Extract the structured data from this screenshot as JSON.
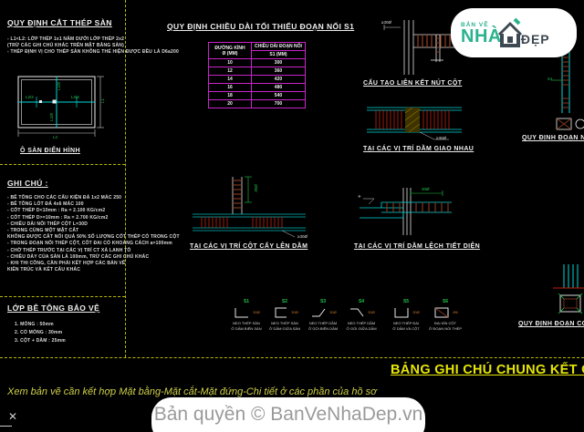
{
  "left_panel": {
    "slab_cut_rules": {
      "title": "QUY ĐỊNH CẮT THÉP SÀN",
      "lines": [
        "- L1<L2: LỚP THÉP 1x1 NẰM DƯỚI LỚP THÉP 2x2",
        "(TRỪ CÁC GHI CHÚ KHÁC TRÊN MẶT BẰNG SÀN)",
        "- THÉP ĐỊNH VỊ CHO THÉP SÀN KHÔNG THỂ HIỆN ĐƯỢC ĐỀU LÀ D6a200"
      ]
    },
    "typical_panel": {
      "title": "Ô SÀN ĐIỂN HÌNH",
      "dims": {
        "top": "L1/8",
        "bottom_inner": "L1/8",
        "left": "L2/4",
        "right": "L2/4",
        "bottom": "L2",
        "side": "L1"
      }
    },
    "notes": {
      "title": "GHI CHÚ :",
      "lines": [
        "- BÊ TÔNG CHO CÁC CẤU KIỆN ĐÁ 1x2 MÁC 250",
        "- BÊ TÔNG LÓT ĐÁ 4x6 MÁC 100",
        "- CỐT THÉP D<10mm : Ra = 2.100 KG/cm2",
        "- CỐT THÉP D>=10mm : Ra = 2.700 KG/cm2",
        "- CHIỀU DÀI NỐI THÉP CỘT L=30D",
        "- TRONG CÙNG MỘT MẶT CẮT",
        "  KHÔNG ĐƯỢC CẮT NỐI QUÁ 50% SỐ LƯỢNG CỐT THÉP CÓ TRONG CỘT",
        "- TRONG ĐOẠN NỐI THÉP CỘT, CỐT ĐAI CÓ KHOẢNG CÁCH a=100mm",
        "- CHỜ THÉP TRƯỚC TẠI CÁC VỊ TRÍ CT XÀ LANH TÔ",
        "- CHIỀU DÀY CỦA SÀN LÀ 100mm, TRỪ CÁC GHI CHÚ KHÁC",
        "- KHI THI CÔNG, CẦN PHẢI KẾT HỢP CÁC BẢN VẼ",
        "  KIẾN TRÚC VÀ KẾT CẤU KHÁC"
      ]
    },
    "cover": {
      "title": "LỚP BÊ TÔNG BẢO VỆ",
      "lines": [
        "1. MÓNG : 50mm",
        "2. CỔ MÓNG : 30mm",
        "3. CỘT + DẦM : 25mm"
      ]
    }
  },
  "splice_table": {
    "title": "QUY ĐỊNH CHIỀU DÀI TỐI THIỂU ĐOẠN NỐI S1",
    "col1_header_1": "ĐƯỜNG KÍNH",
    "col1_header_2": "Ø (MM)",
    "col2_header_1": "CHIỀU DÀI ĐOẠN NỐI",
    "col2_header_2": "S1 (MM)",
    "rows": [
      [
        "10",
        "300"
      ],
      [
        "12",
        "360"
      ],
      [
        "14",
        "420"
      ],
      [
        "16",
        "480"
      ],
      [
        "18",
        "540"
      ],
      [
        "20",
        "700"
      ]
    ]
  },
  "details": {
    "node_joint": {
      "title": "CẤU TẠO LIÊN KẾT NÚT CỘT",
      "dim": "≥30Ø"
    },
    "beam_intersection": {
      "title": "TẠI CÁC VỊ TRÍ DẦM GIAO NHAU",
      "label": "≥30Ø"
    },
    "column_on_beam": {
      "title": "TẠI CÁC VỊ TRÍ CỘT CẤY LÊN DẦM",
      "dim": "30Ø",
      "label": "≥30Ø"
    },
    "beam_offset": {
      "title": "TẠI CÁC VỊ TRÍ DẦM LỆCH TIẾT DIỆN",
      "dim": "30Ø",
      "mark": "✳"
    },
    "column_splice": {
      "title": "QUY ĐỊNH ĐOẠN NỐI THÉP CỘT",
      "mark1": "S1",
      "mark2": "S1"
    },
    "column_section": {
      "title": "QUY ĐỊNH ĐOẠN CỘT"
    }
  },
  "rebar_legend": {
    "items": [
      {
        "code": "S1",
        "anno": "30Ø",
        "caption1": "NEO THÉP SÀN",
        "caption2": "Ở DẦM BIÊN SÀN"
      },
      {
        "code": "S2",
        "anno": "30Ø",
        "caption1": "NEO THÉP SÀN",
        "caption2": "Ở DẦM GIỮA SÀN"
      },
      {
        "code": "S3",
        "anno": "30Ø",
        "caption1": "NEO THÉP DẦM",
        "caption2": "Ở GỐI BIÊN DẦM"
      },
      {
        "code": "S4",
        "anno": "30Ø",
        "caption1": "NEO THÉP DẦM",
        "caption2": "Ở GỐI GIỮA DẦM"
      },
      {
        "code": "S5",
        "anno": "30Ø",
        "caption1": "NEO THÉP ĐAI",
        "caption2": "Ở DẦM VÀ CỘT"
      },
      {
        "code": "S6",
        "anno": "Ø6",
        "caption1": "ĐAI KÍN CỘT",
        "caption2": "Ở ĐOẠN NỐI THÉP"
      }
    ]
  },
  "footer": {
    "sheet_title": "BẢNG GHI CHÚ CHUNG KẾT CẤU",
    "note": "Xem bản vẽ cần kết hợp Mặt bằng-Mặt cắt-Mặt đứng-Chi tiết ở các phần của hồ sơ",
    "copyright": "Bản quyền © BanVeNhaDep.vn",
    "close_glyph": "✕"
  },
  "logo": {
    "line1": "BẢN VẼ",
    "line2": "NHÀ",
    "line3": "ĐẸP"
  },
  "colors": {
    "background": "#000000",
    "cad_white": "#efefef",
    "cad_cyan": "#00d8d8",
    "cad_green": "#21c24b",
    "cad_magenta": "#c923c9",
    "cad_yellow": "#b9b906",
    "tie_brown": "#8a3a20",
    "tie_red": "#c22210",
    "title_yellow": "#e6e606",
    "logo_teal": "#2ab38d",
    "logo_dark": "#3d4852",
    "copyright_gray": "#9a9a9a"
  }
}
